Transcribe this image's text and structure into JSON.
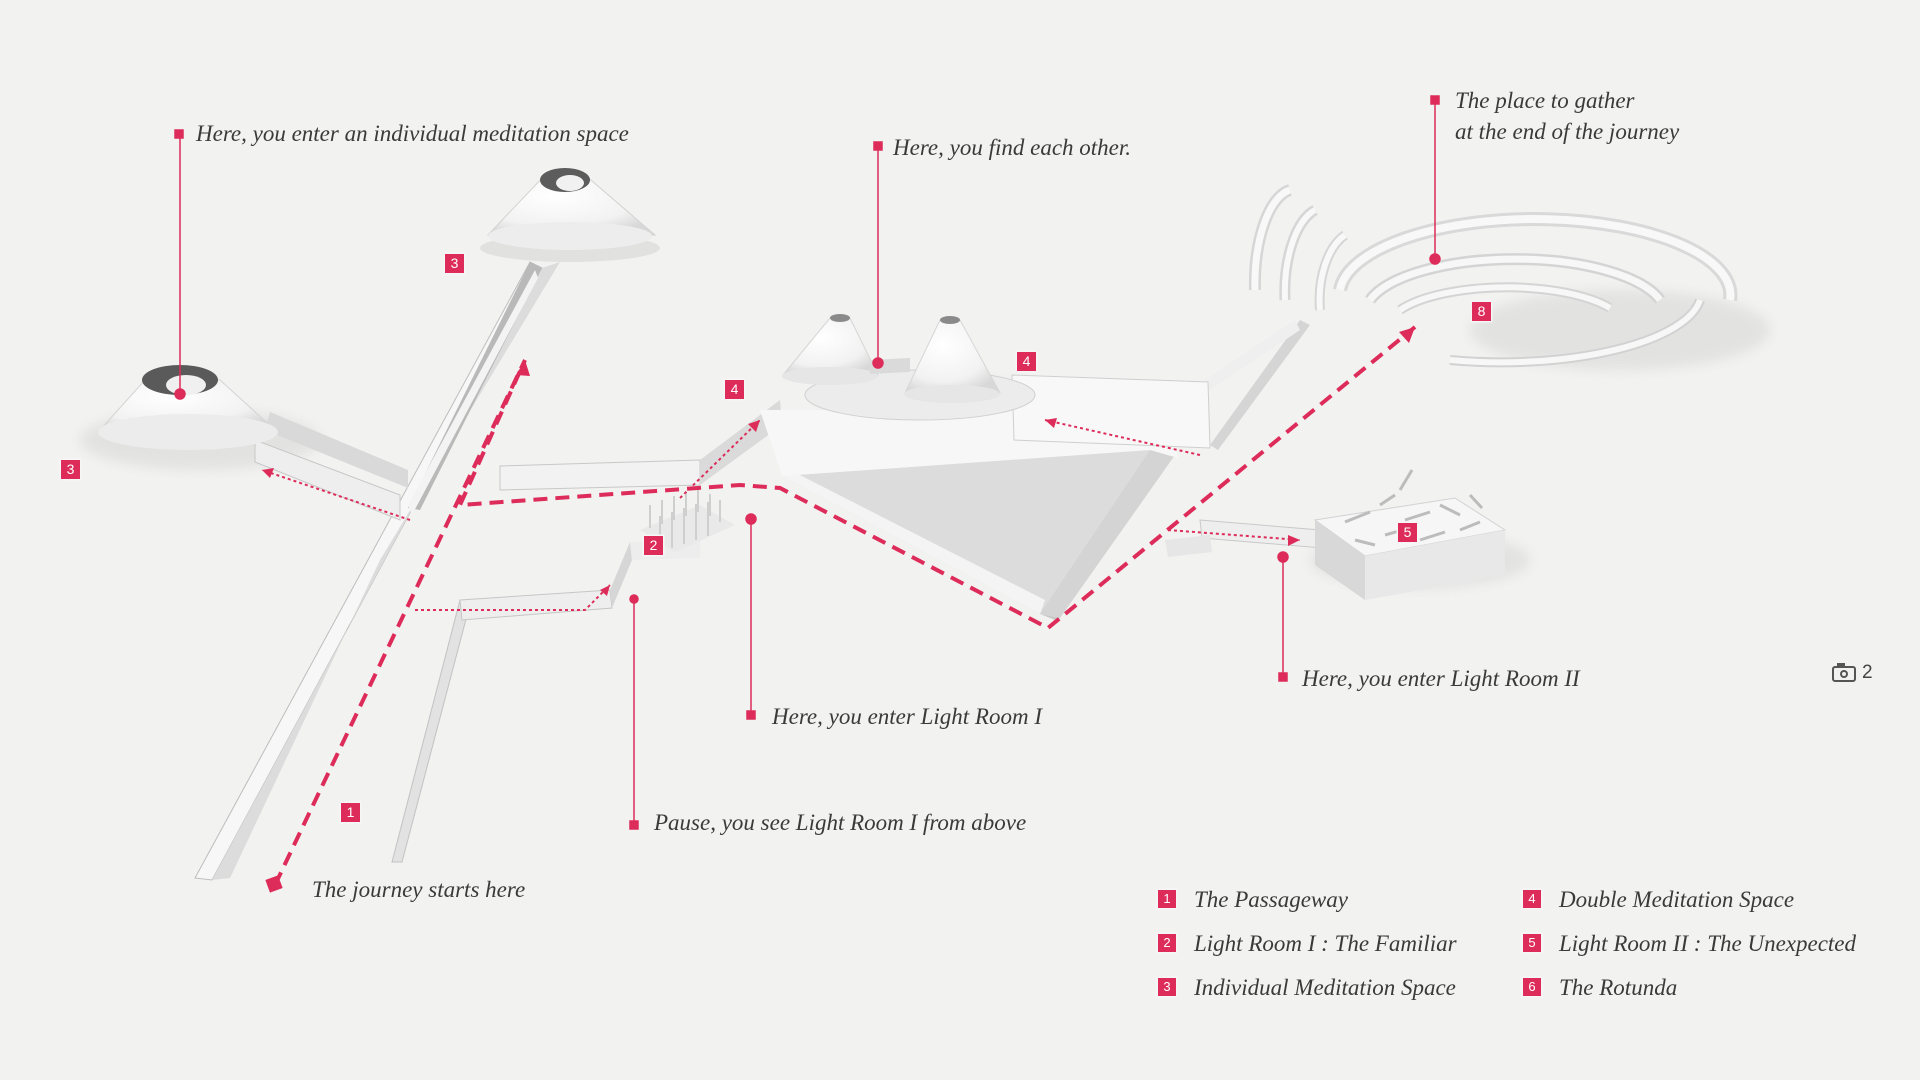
{
  "annotations": {
    "individual_space": "Here, you enter an individual meditation space",
    "find_each_other": "Here,  you find each other.",
    "gather_line1": "The place to gather",
    "gather_line2": "at the end of the journey",
    "light_room_2": "Here, you enter Light Room II",
    "light_room_1": "Here, you enter Light Room I",
    "pause": "Pause, you see Light Room I from above",
    "start": "The journey starts here"
  },
  "scene_tags": {
    "left_cone": "3",
    "upper_cone": "3",
    "double_west": "4",
    "double_east": "4",
    "light_room_1": "2",
    "passageway": "1",
    "light_room_2": "5",
    "rotunda": "8"
  },
  "legend": [
    {
      "num": "1",
      "label": "The Passageway"
    },
    {
      "num": "2",
      "label": "Light Room I : The Familiar"
    },
    {
      "num": "3",
      "label": "Individual Meditation Space"
    },
    {
      "num": "4",
      "label": "Double Meditation Space"
    },
    {
      "num": "5",
      "label": "Light Room II : The Unexpected"
    },
    {
      "num": "6",
      "label": "The Rotunda"
    }
  ],
  "camera_view": "2",
  "colors": {
    "accent": "#dd2c5a",
    "background": "#f2f2f1",
    "wall": "#fbfbfb",
    "wall_shade": "#cfcfcf",
    "text": "#3a3a3a"
  },
  "icons": {
    "camera": "camera-icon"
  }
}
